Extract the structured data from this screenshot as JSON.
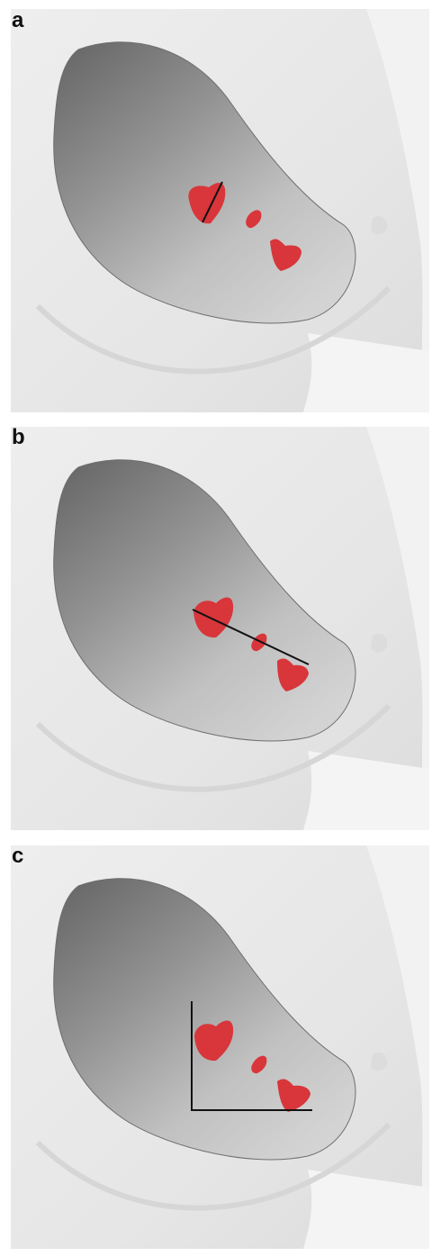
{
  "panels": [
    {
      "letter": "a",
      "measurement": "single-lesion-diameter"
    },
    {
      "letter": "b",
      "measurement": "line-across-all-lesions"
    },
    {
      "letter": "c",
      "measurement": "horizontal-and-vertical-extent"
    }
  ],
  "colors": {
    "background": "#ffffff",
    "skin": "#e9e9e9",
    "lesion": "#d8363a",
    "measure_line": "#111111"
  }
}
